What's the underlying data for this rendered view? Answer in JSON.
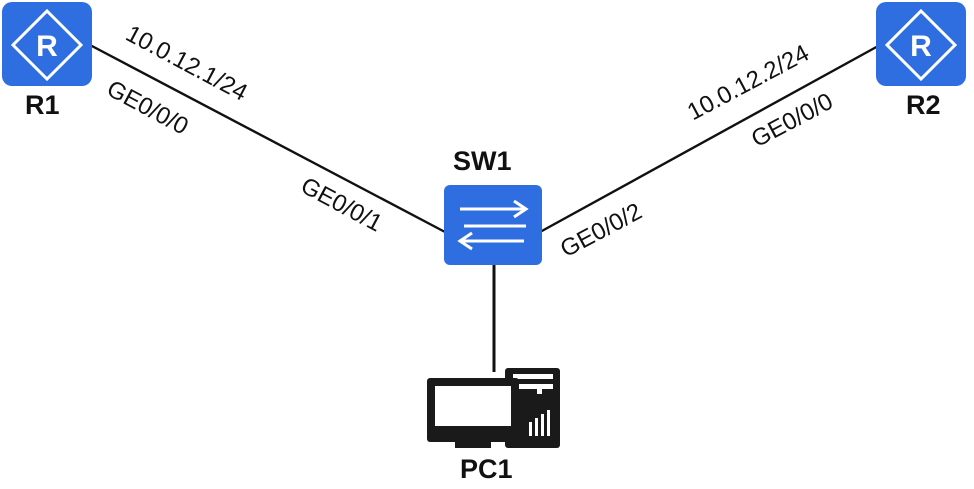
{
  "colors": {
    "device_blue": "#2f6ee0",
    "line": "#111111"
  },
  "devices": {
    "r1": {
      "label": "R1",
      "icon": "router-icon"
    },
    "r2": {
      "label": "R2",
      "icon": "router-icon"
    },
    "sw1": {
      "label": "SW1",
      "icon": "switch-icon"
    },
    "pc1": {
      "label": "PC1",
      "icon": "pc-icon"
    }
  },
  "links": {
    "r1_sw1": {
      "ip": "10.0.12.1/24",
      "r1_port": "GE0/0/0",
      "sw1_port": "GE0/0/1"
    },
    "r2_sw1": {
      "ip": "10.0.12.2/24",
      "r2_port": "GE0/0/0",
      "sw1_port": "GE0/0/2"
    }
  }
}
